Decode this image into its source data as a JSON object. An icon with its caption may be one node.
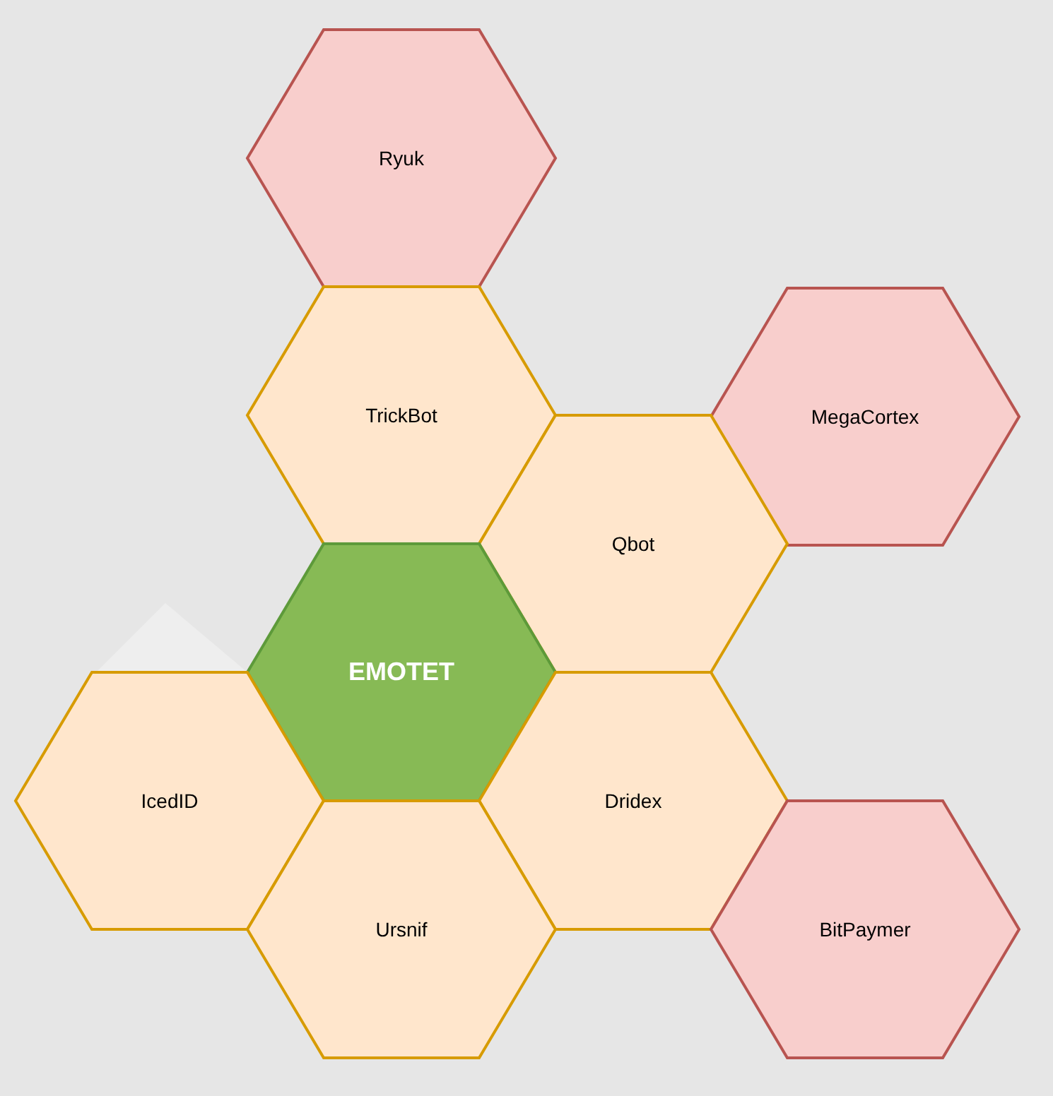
{
  "diagram": {
    "nodes": [
      {
        "text": [
          "Ryuk"
        ]
      },
      {
        "text": [
          "TrickBot"
        ]
      },
      {
        "text": [
          "MegaCortex"
        ]
      },
      {
        "text": [
          "Qbot"
        ]
      },
      {
        "text": [
          "EMOTET"
        ]
      },
      {
        "text": [
          "IcedID"
        ]
      },
      {
        "text": [
          "Dridex"
        ]
      },
      {
        "text": [
          "Ursnif"
        ]
      },
      {
        "text": [
          "BitPaymer"
        ]
      }
    ]
  }
}
